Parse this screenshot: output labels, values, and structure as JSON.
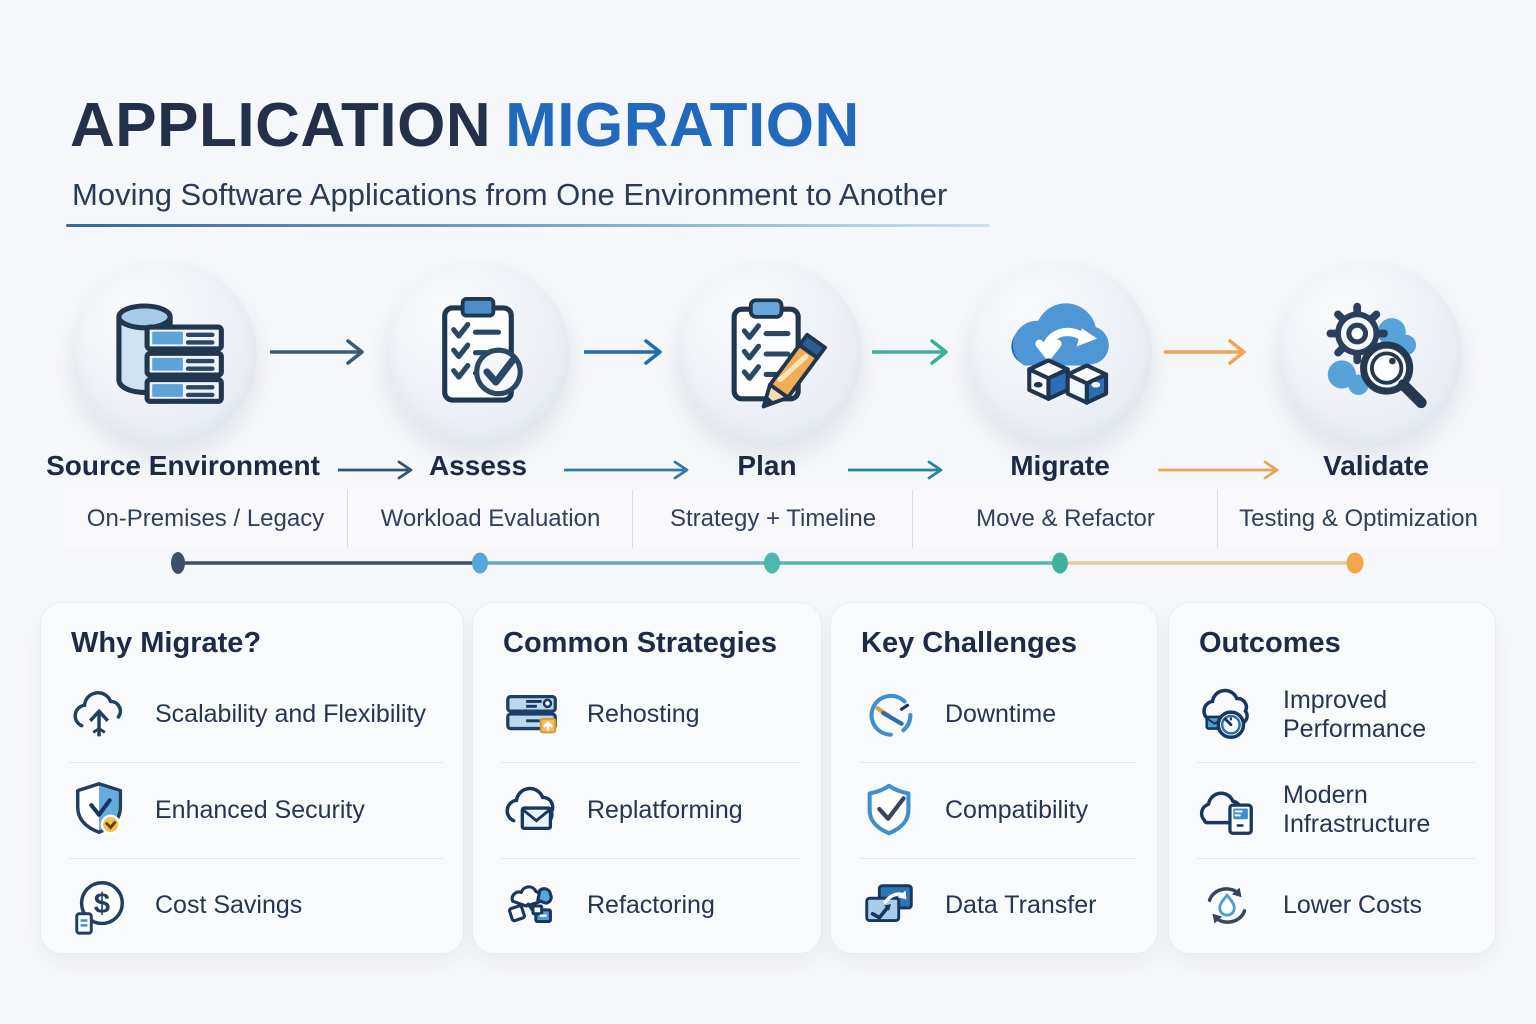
{
  "header": {
    "title_primary": "APPLICATION",
    "title_accent": "MIGRATION",
    "subtitle": "Moving Software Applications from One Environment to Another"
  },
  "steps": [
    {
      "title": "Source Environment",
      "subtitle": "On-Premises / Legacy",
      "icon": "database-servers-icon"
    },
    {
      "title": "Assess",
      "subtitle": "Workload Evaluation",
      "icon": "checklist-check-icon"
    },
    {
      "title": "Plan",
      "subtitle": "Strategy + Timeline",
      "icon": "clipboard-pencil-icon"
    },
    {
      "title": "Migrate",
      "subtitle": "Move & Refactor",
      "icon": "cloud-boxes-icon"
    },
    {
      "title": "Validate",
      "subtitle": "Testing & Optimization",
      "icon": "gears-magnifier-icon"
    }
  ],
  "panels": [
    {
      "title": "Why Migrate?",
      "items": [
        {
          "label": "Scalability and Flexibility",
          "icon": "cloud-up-arrow-icon"
        },
        {
          "label": "Enhanced Security",
          "icon": "shield-check-badge-icon"
        },
        {
          "label": "Cost Savings",
          "icon": "dollar-circle-icon"
        }
      ]
    },
    {
      "title": "Common Strategies",
      "items": [
        {
          "label": "Rehosting",
          "icon": "server-stack-icon"
        },
        {
          "label": "Replatforming",
          "icon": "cloud-envelope-icon"
        },
        {
          "label": "Refactoring",
          "icon": "puzzle-pieces-icon"
        }
      ]
    },
    {
      "title": "Key Challenges",
      "items": [
        {
          "label": "Downtime",
          "icon": "clock-icon"
        },
        {
          "label": "Compatibility",
          "icon": "shield-tick-icon"
        },
        {
          "label": "Data Transfer",
          "icon": "screens-transfer-icon"
        }
      ]
    },
    {
      "title": "Outcomes",
      "items": [
        {
          "label": "Improved Performance",
          "icon": "cloud-gauge-icon"
        },
        {
          "label": "Modern Infrastructure",
          "icon": "cloud-server-icon"
        },
        {
          "label": "Lower Costs",
          "icon": "refresh-cycle-icon"
        }
      ]
    }
  ],
  "palette": {
    "title_primary_color": "#24304a",
    "title_accent_color": "#2169bd",
    "flow_arrow_colors": [
      "#3a5a74",
      "#1f6cb0",
      "#3fae9e",
      "#eda54f"
    ],
    "label_arrow_colors": [
      "#33566e",
      "#2e7ba6",
      "#27849b",
      "#e2a55c"
    ],
    "timeline_dot_colors": [
      "#3d5068",
      "#55a8d8",
      "#4db6ae",
      "#41b09c",
      "#f0a64a"
    ],
    "timeline_segment_colors": [
      "#3d5068",
      "#64a8cc",
      "#52b8b0",
      "#e5c98f"
    ]
  }
}
